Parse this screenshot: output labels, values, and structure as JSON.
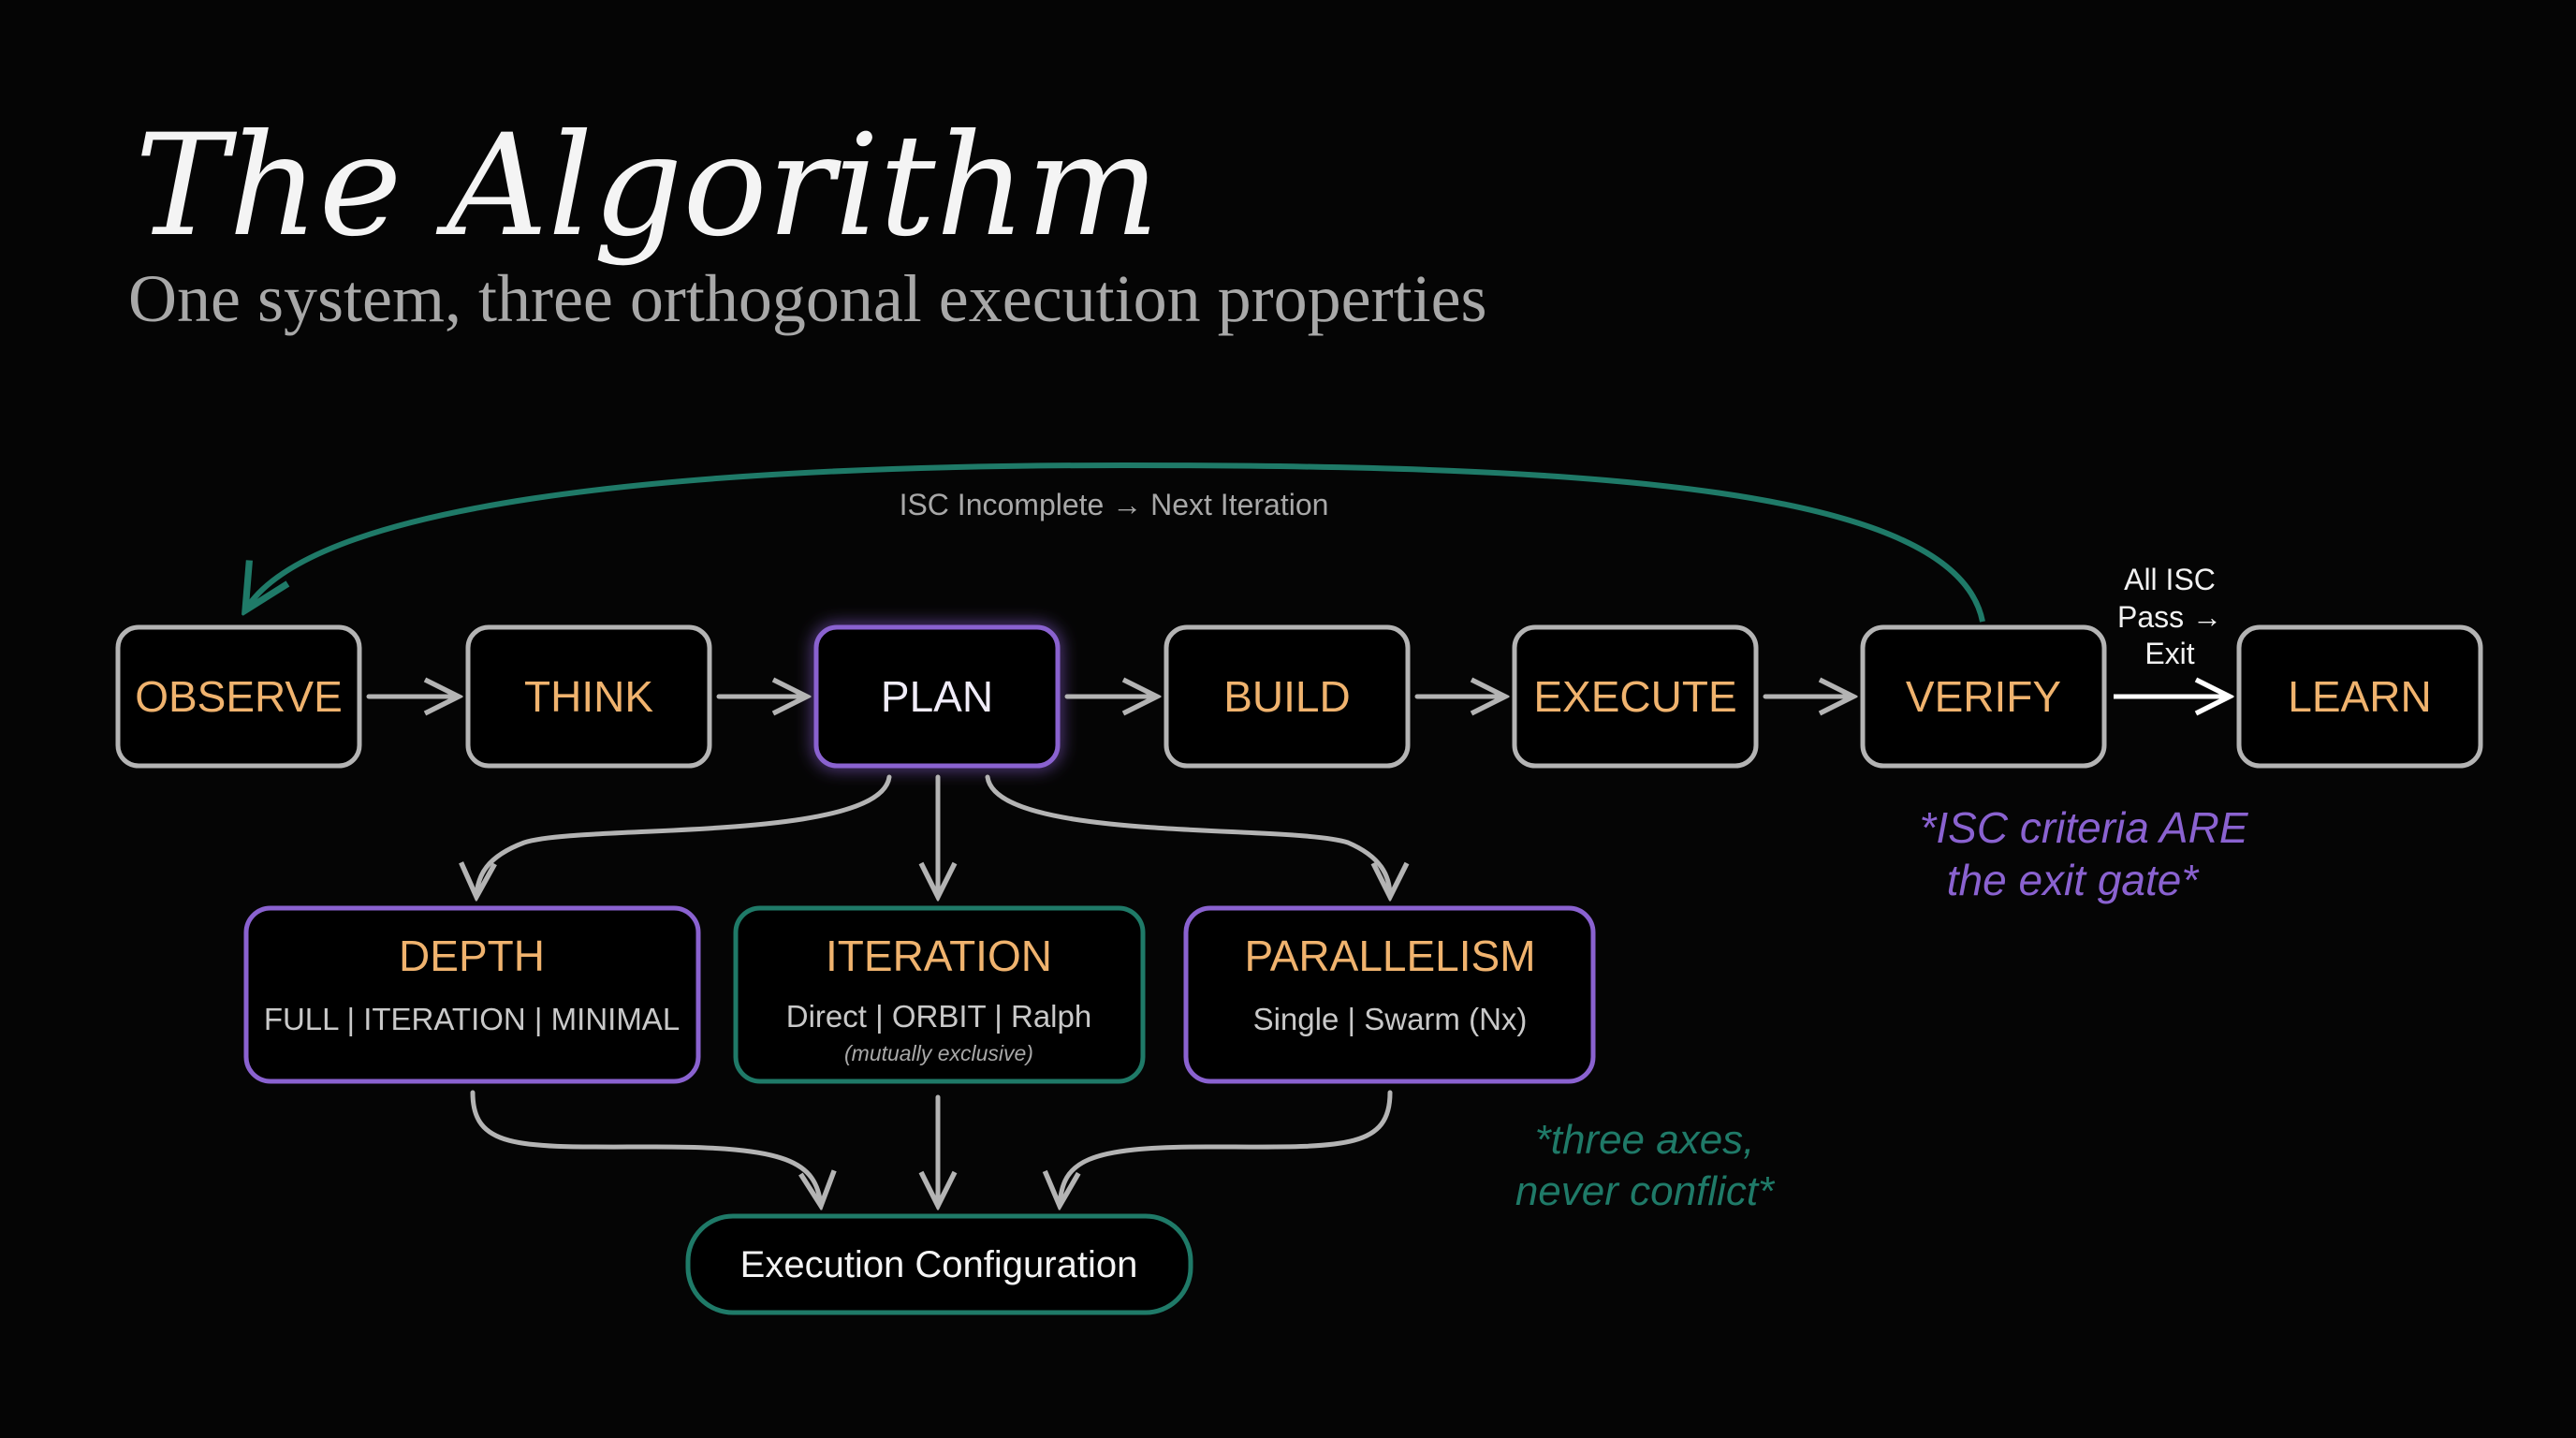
{
  "header": {
    "title": "The Algorithm",
    "subtitle": "One system, three orthogonal execution properties"
  },
  "loop": {
    "label": "ISC Incomplete → Next Iteration"
  },
  "stages": [
    {
      "label": "OBSERVE"
    },
    {
      "label": "THINK"
    },
    {
      "label": "PLAN"
    },
    {
      "label": "BUILD"
    },
    {
      "label": "EXECUTE"
    },
    {
      "label": "VERIFY"
    },
    {
      "label": "LEARN"
    }
  ],
  "exit": {
    "line1": "All ISC",
    "line2": "Pass →",
    "line3": "Exit"
  },
  "axes": [
    {
      "title": "DEPTH",
      "options": "FULL | ITERATION | MINIMAL"
    },
    {
      "title": "ITERATION",
      "options": "Direct | ORBIT | Ralph",
      "note": "(mutually exclusive)"
    },
    {
      "title": "PARALLELISM",
      "options": "Single | Swarm (Nx)"
    }
  ],
  "result": {
    "label": "Execution Configuration"
  },
  "notes": {
    "exit_gate_line1": "*ISC criteria ARE",
    "exit_gate_line2": "the exit gate*",
    "axes_line1": "*three axes,",
    "axes_line2": "never conflict*"
  },
  "colors": {
    "accent_orange": "#f0b36e",
    "accent_purple": "#8a62d0",
    "accent_teal": "#1f7a68",
    "neutral": "#b4b4b4"
  }
}
